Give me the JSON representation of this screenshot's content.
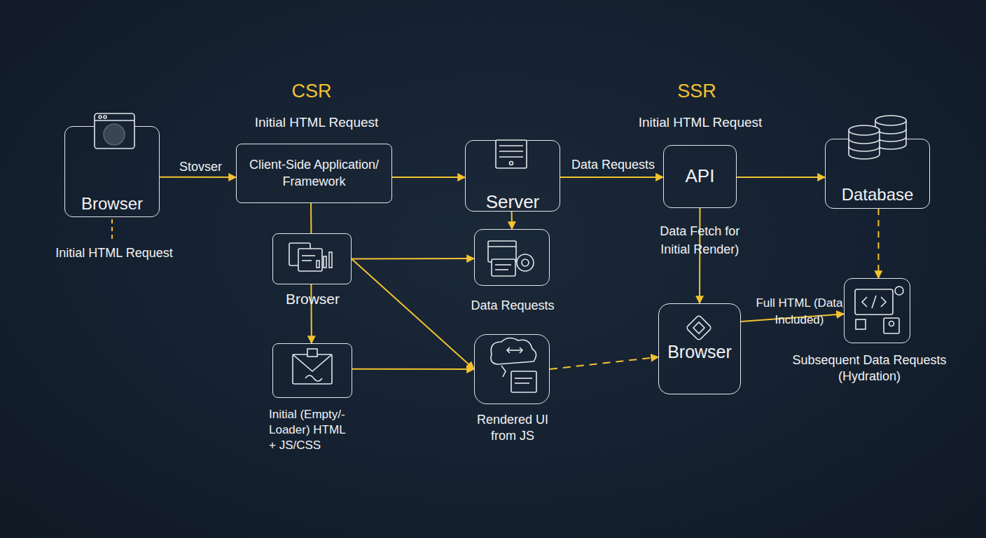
{
  "diagram": {
    "nodes": [
      {
        "text": [
          "Browser"
        ]
      },
      {
        "text": [
          "Client-Side Application/ Framework"
        ]
      },
      {
        "text": [
          "Server"
        ]
      },
      {
        "text": [
          "API"
        ]
      },
      {
        "text": [
          "Database"
        ]
      },
      {
        "text": [
          "Browser"
        ]
      },
      {
        "text": [
          "Data Requests"
        ]
      },
      {
        "text": [
          "Initial (Empty/- Loader) HTML + JS/CSS"
        ]
      },
      {
        "text": [
          "Rendered UI from JS"
        ]
      },
      {
        "text": [
          "Browser"
        ]
      },
      {
        "text": [
          "Subsequent Data Requests (Hydration)"
        ]
      }
    ],
    "edges": [
      {
        "from": 0,
        "to": 1,
        "label": "Stovser",
        "arrow": "to"
      },
      {
        "from": 1,
        "to": 2,
        "arrow": "to"
      },
      {
        "from": 2,
        "to": 3,
        "label": "Data Requests",
        "arrow": "to"
      },
      {
        "from": 3,
        "to": 4,
        "arrow": "to"
      },
      {
        "from": 1,
        "to": 5,
        "arrow": "none"
      },
      {
        "from": 2,
        "to": 6,
        "arrow": "to"
      },
      {
        "from": 5,
        "to": 6,
        "arrow": "to"
      },
      {
        "from": 5,
        "to": 8,
        "arrow": "to"
      },
      {
        "from": 5,
        "to": 7,
        "arrow": "to"
      },
      {
        "from": 7,
        "to": 8,
        "arrow": "to"
      },
      {
        "from": 8,
        "to": 9,
        "arrow": "to"
      },
      {
        "from": 3,
        "to": 9,
        "label": "Data Fetch for Initial Render)",
        "arrow": "to"
      },
      {
        "from": 9,
        "to": 10,
        "label": "Full HTML (Data Included)",
        "arrow": "to"
      },
      {
        "from": 4,
        "to": 10,
        "arrow": "to"
      }
    ],
    "labels": [
      "CSR",
      "Initial HTML Request",
      "SSR",
      "Initial HTML Request",
      "Initial HTML Request"
    ]
  }
}
